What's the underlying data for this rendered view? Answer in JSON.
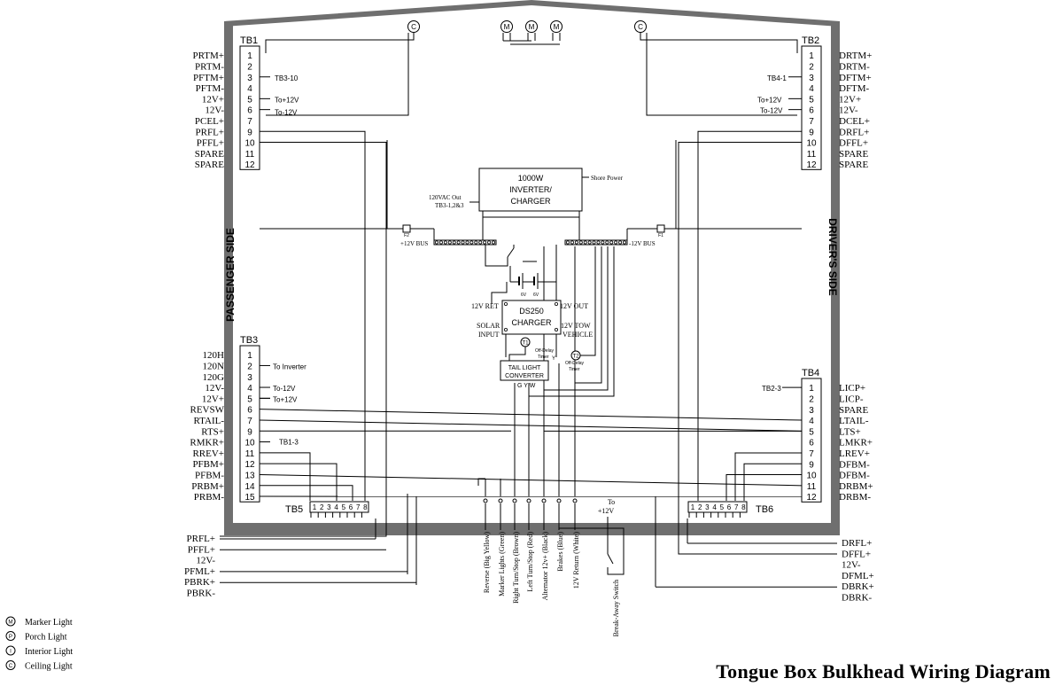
{
  "title": "Tongue Box Bulkhead Wiring Diagram",
  "sides": {
    "left": "PASSENGER SIDE",
    "right": "DRIVER'S SIDE"
  },
  "light_symbols": [
    "M",
    "M",
    "M"
  ],
  "ceiling_symbols": [
    "C",
    "C"
  ],
  "tb1": {
    "label": "TB1",
    "numbers": [
      "1",
      "2",
      "3",
      "4",
      "5",
      "6",
      "7",
      "9",
      "10",
      "11",
      "12"
    ],
    "labels": [
      "PRTM+",
      "PRTM-",
      "PFTM+",
      "PFTM-",
      "12V+",
      "12V-",
      "PCEL+",
      "PRFL+",
      "PFFL+",
      "SPARE",
      "SPARE"
    ],
    "notes": [
      "TB3-10",
      "To+12V",
      "To-12V"
    ]
  },
  "tb2": {
    "label": "TB2",
    "numbers": [
      "1",
      "2",
      "3",
      "4",
      "5",
      "6",
      "7",
      "9",
      "10",
      "11",
      "12"
    ],
    "labels": [
      "DRTM+",
      "DRTM-",
      "DFTM+",
      "DFTM-",
      "12V+",
      "12V-",
      "DCEL+",
      "DRFL+",
      "DFFL+",
      "SPARE",
      "SPARE"
    ],
    "notes": [
      "TB4-1",
      "To+12V",
      "To-12V"
    ]
  },
  "tb3": {
    "label": "TB3",
    "numbers": [
      "1",
      "2",
      "3",
      "4",
      "5",
      "6",
      "7",
      "9",
      "10",
      "11",
      "12",
      "13",
      "14",
      "15"
    ],
    "labels": [
      "120H",
      "120N",
      "120G",
      "12V-",
      "12V+",
      "REVSW",
      "RTAIL-",
      "RTS+",
      "RMKR+",
      "RREV+",
      "PFBM+",
      "PFBM-",
      "PRBM+",
      "PRBM-"
    ],
    "notes": [
      "To Inverter",
      "To-12V",
      "To+12V",
      "TB1-3"
    ]
  },
  "tb4": {
    "label": "TB4",
    "numbers": [
      "1",
      "2",
      "3",
      "4",
      "5",
      "6",
      "7",
      "9",
      "10",
      "11",
      "12"
    ],
    "labels": [
      "LICP+",
      "LICP-",
      "SPARE",
      "LTAIL-",
      "LTS+",
      "LMKR+",
      "LREV+",
      "DFBM-",
      "DFBM-",
      "DRBM+",
      "DRBM-"
    ],
    "notes": [
      "TB2-3"
    ]
  },
  "tb5": {
    "label": "TB5",
    "numbers": [
      "1",
      "2",
      "3",
      "4",
      "5",
      "6",
      "7",
      "8"
    ]
  },
  "tb6": {
    "label": "TB6",
    "numbers": [
      "1",
      "2",
      "3",
      "4",
      "5",
      "6",
      "7",
      "8"
    ]
  },
  "inverter": {
    "line1": "1000W",
    "line2": "INVERTER/",
    "line3": "CHARGER",
    "shore": "Shore Power",
    "out1": "120VAC Out",
    "out2": "TB3-1,2&3"
  },
  "buses": {
    "pos": "+12V BUS",
    "neg": "-12V BUS",
    "fuse_left": "F2",
    "fuse_right": "F1"
  },
  "batteries": [
    "6V",
    "6V"
  ],
  "charger": {
    "line1": "DS250",
    "line2": "CHARGER",
    "ret": "12V RET",
    "out": "12V OUT",
    "solar1": "SOLAR",
    "solar2": "INPUT",
    "tow1": "12V TOW",
    "tow2": "VEHICLE"
  },
  "timers": {
    "t1_sym": "T1",
    "t2_sym": "T2",
    "t1a": "Off-Delay",
    "t1b": "Timer",
    "t2a": "Off-Delay",
    "t2b": "Timer"
  },
  "taillight": {
    "line1": "TAIL LIGHT",
    "line2": "CONVERTER",
    "pins": "G  Y  W",
    "y_in": "Y"
  },
  "bottom_left_labels": [
    "PRFL+",
    "PFFL+",
    "12V-",
    "PFML+",
    "PBRK+",
    "PBRK-"
  ],
  "bottom_right_labels": [
    "DRFL+",
    "DFFL+",
    "12V-",
    "DFML+",
    "DBRK+",
    "DBRK-"
  ],
  "harness_wires": [
    "Reverse (Big Yellow)",
    "Marker Lights (Green)",
    "Right Turn/Stop (Brown)",
    "Left Turn/Stop (Red)",
    "Alternator 12v+ (Black)",
    "Brakes (Blue)",
    "12V Return (White)"
  ],
  "breakaway": {
    "to1": "To",
    "to2": "+12V",
    "label": "Break-Away Switch"
  },
  "legend": [
    {
      "sym": "M",
      "text": "Marker Light"
    },
    {
      "sym": "P",
      "text": "Porch Light"
    },
    {
      "sym": "I",
      "text": "Interior Light"
    },
    {
      "sym": "C",
      "text": "Ceiling Light"
    }
  ]
}
